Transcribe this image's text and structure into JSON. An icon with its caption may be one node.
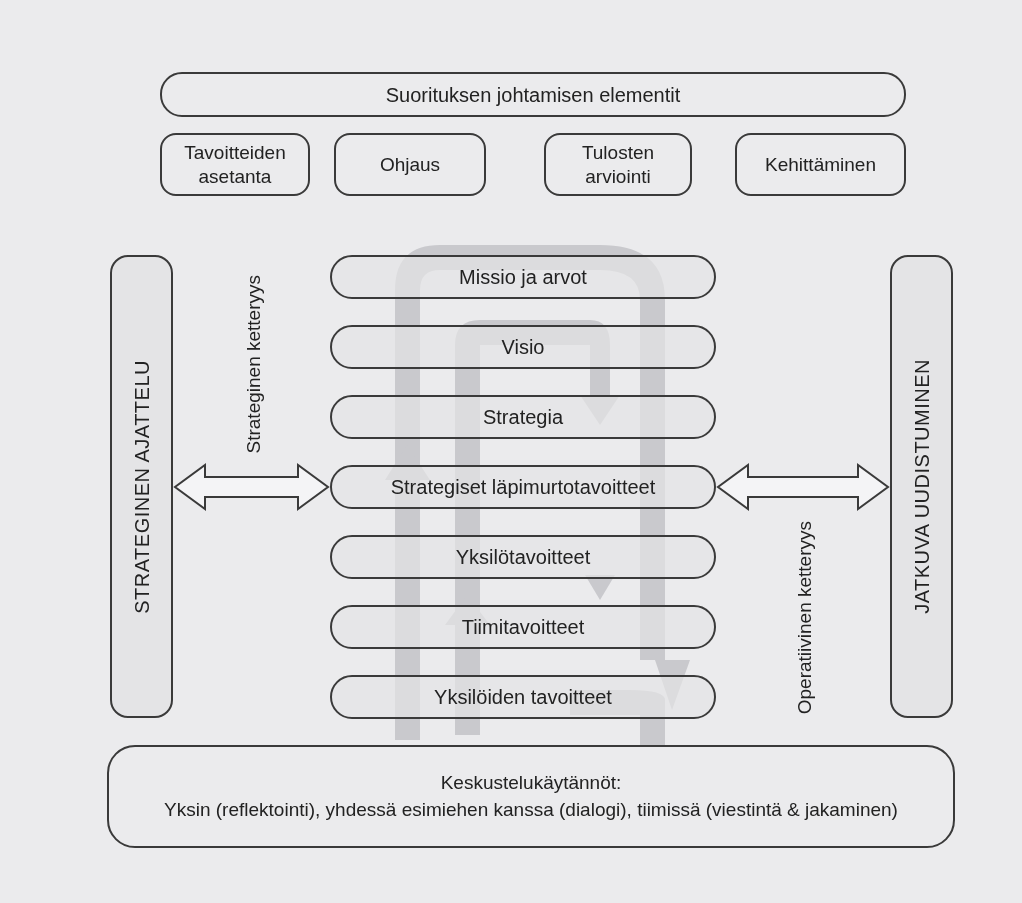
{
  "diagram": {
    "nodes": [
      {
        "text": [
          "Suorituksen johtamisen elementit"
        ]
      },
      {
        "text": [
          "Tavoitteiden asetanta"
        ]
      },
      {
        "text": [
          "Ohjaus"
        ]
      },
      {
        "text": [
          "Tulosten arviointi"
        ]
      },
      {
        "text": [
          "Kehittäminen"
        ]
      },
      {
        "text": [
          "STRATEGINEN AJATTELU"
        ]
      },
      {
        "text": [
          "Missio ja arvot"
        ]
      },
      {
        "text": [
          "Visio"
        ]
      },
      {
        "text": [
          "Strategia"
        ]
      },
      {
        "text": [
          "Strategiset läpimurtotavoitteet"
        ]
      },
      {
        "text": [
          "Yksilötavoitteet"
        ]
      },
      {
        "text": [
          "Tiimitavoitteet"
        ]
      },
      {
        "text": [
          "Yksilöiden tavoitteet"
        ]
      },
      {
        "text": [
          "JATKUVA UUDISTUMINEN"
        ]
      },
      {
        "text": [
          "Keskustelukäytännöt:",
          "Yksin (reflektointi), yhdessä esimiehen kanssa (dialogi), tiimissä (viestintä & jakaminen)"
        ]
      }
    ],
    "edges": [
      {
        "from": 5,
        "to": 9,
        "arrow": "both",
        "label": "Strateginen ketteryys"
      },
      {
        "from": 9,
        "to": 13,
        "arrow": "both",
        "label": "Operatiivinen ketteryys"
      }
    ]
  }
}
